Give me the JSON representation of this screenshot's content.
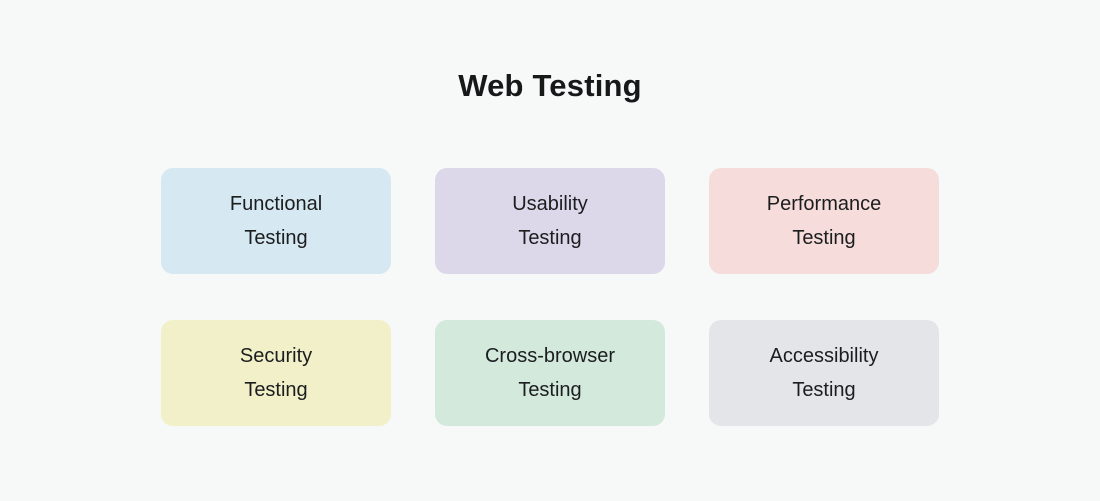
{
  "page": {
    "title": "Web Testing",
    "background_color": "#f7f8f8",
    "text_color": "#1c1d1f"
  },
  "cards": [
    {
      "id": "functional-testing",
      "line1": "Functional",
      "line2": "Testing",
      "color": "#d6e9f2"
    },
    {
      "id": "usability-testing",
      "line1": "Usability",
      "line2": "Testing",
      "color": "#dcd8ea"
    },
    {
      "id": "performance-testing",
      "line1": "Performance",
      "line2": "Testing",
      "color": "#f6dcda"
    },
    {
      "id": "security-testing",
      "line1": "Security",
      "line2": "Testing",
      "color": "#f1f0c9"
    },
    {
      "id": "cross-browser-testing",
      "line1": "Cross-browser",
      "line2": "Testing",
      "color": "#d2e9dc"
    },
    {
      "id": "accessibility-testing",
      "line1": "Accessibility",
      "line2": "Testing",
      "color": "#e3e5e9"
    }
  ]
}
